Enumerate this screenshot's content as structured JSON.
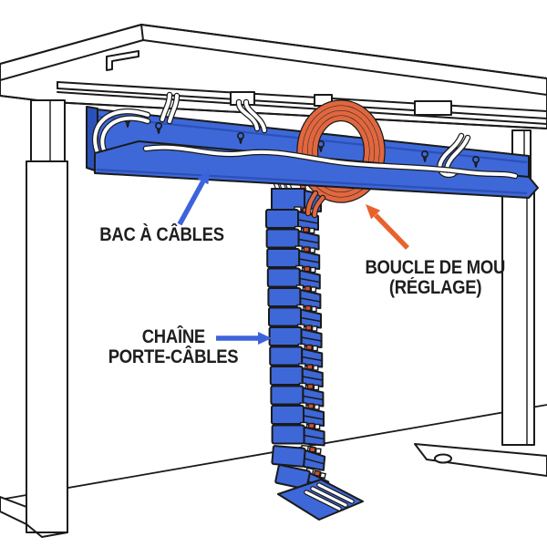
{
  "title": "Under-desk cable management diagram",
  "labels": {
    "tray": "BAC À CÂBLES",
    "loop_line1": "BOUCLE DE MOU",
    "loop_line2": "(RÉGLAGE)",
    "chain_line1": "CHAÎNE",
    "chain_line2": "PORTE-CÂBLES"
  },
  "colors": {
    "blue": "#3E68D8",
    "blue_dark": "#2B50B8",
    "orange": "#E0673F",
    "arrow_blue": "#3D63DC",
    "arrow_orange": "#E8622D",
    "cable_accent": "#D2502E",
    "line": "#1A1A1A",
    "text": "#1E1E1E",
    "background": "#FFFFFF"
  }
}
